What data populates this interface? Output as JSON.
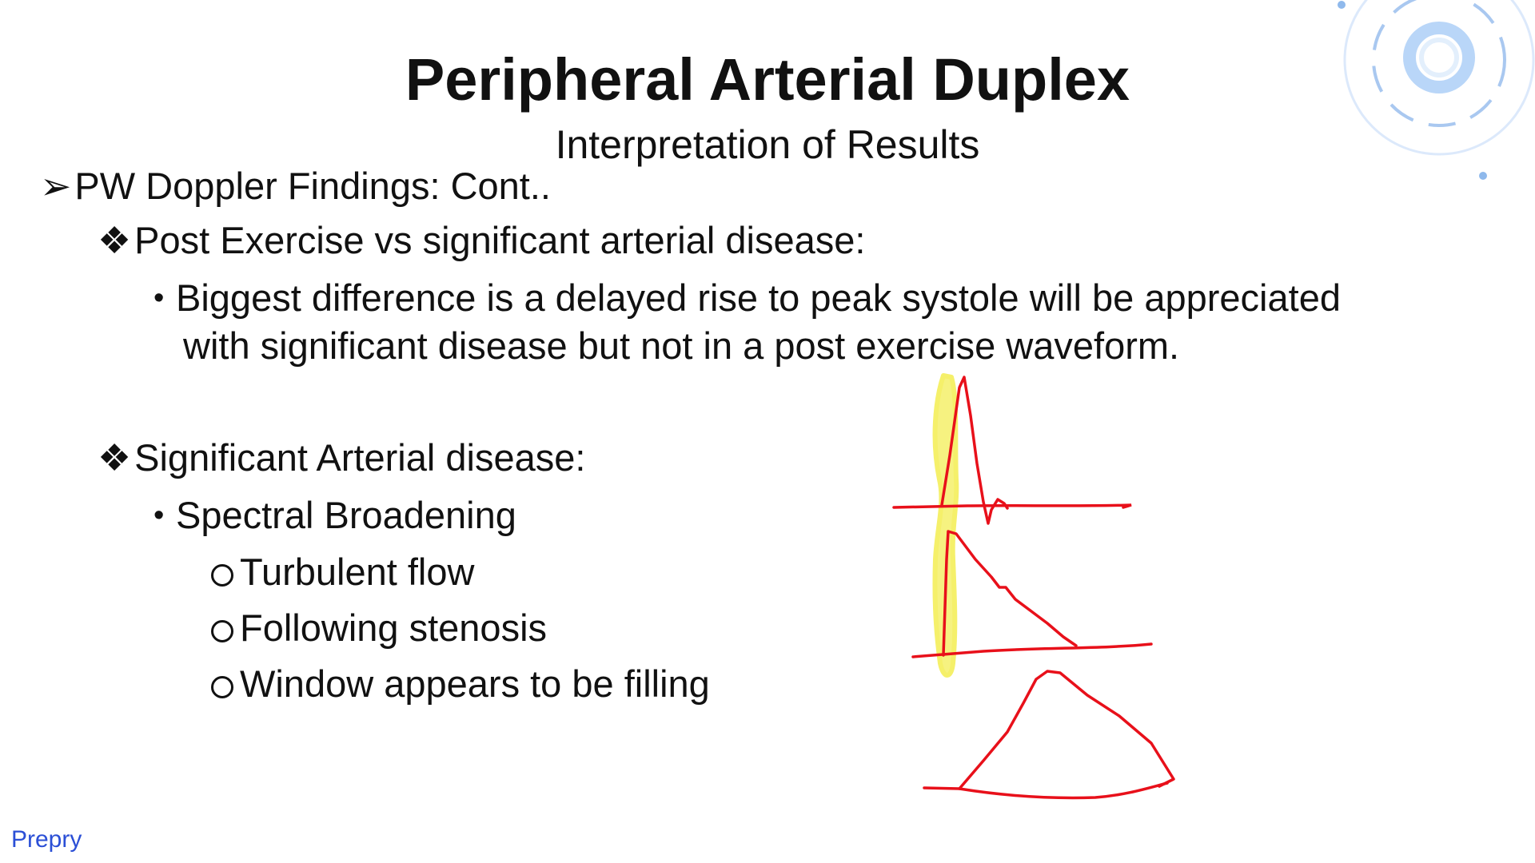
{
  "slide": {
    "title": "Peripheral Arterial Duplex",
    "subtitle": "Interpretation of Results",
    "section_marker": "➢",
    "section_text": "PW Doppler Findings: Cont..",
    "point1": {
      "marker": "❖",
      "text": "Post Exercise vs significant arterial disease:",
      "bullet": "•",
      "detail_line1": "Biggest difference is a delayed rise to peak systole will be appreciated",
      "detail_line2": "with significant disease but not in a post exercise waveform."
    },
    "point2": {
      "marker": "❖",
      "text": "Significant Arterial disease:",
      "bullet": "•",
      "subpoint": "Spectral Broadening",
      "items": [
        "Turbulent flow",
        "Following stenosis",
        "Window appears to be filling"
      ]
    },
    "brand": "Prepry"
  },
  "colors": {
    "text": "#111111",
    "brand": "#2b4fd6",
    "sketch": "#e8101a",
    "highlight": "#f5f06a",
    "decoration": "#a9c8f0"
  },
  "icons": {
    "decoration": "circle-ring-icon",
    "waveforms": "hand-drawn-doppler-waveforms"
  }
}
